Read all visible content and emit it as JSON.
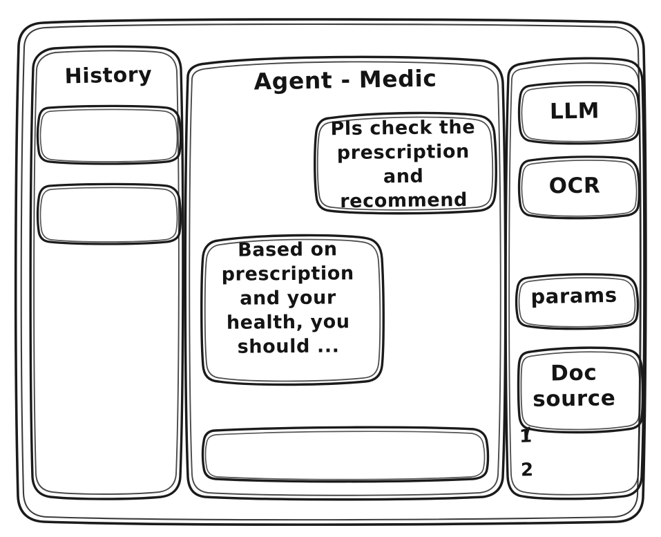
{
  "window": {
    "frame_name": "app-window",
    "stroke_color": "#1b1b1b",
    "background_color": "#ffffff"
  },
  "sidebar_left": {
    "title": "History",
    "items": [
      {
        "label": "",
        "name": "history-item-1"
      },
      {
        "label": "",
        "name": "history-item-2"
      }
    ]
  },
  "main": {
    "title": "Agent - Medic",
    "messages": [
      {
        "role": "user",
        "text": "Pls check the\nprescription\nand recommend"
      },
      {
        "role": "agent",
        "text": "Based on\nprescription\nand your\nhealth, you\nshould ..."
      }
    ],
    "composer": {
      "value": "",
      "placeholder": ""
    }
  },
  "sidebar_right": {
    "tools": [
      {
        "label": "LLM",
        "name": "tool-llm"
      },
      {
        "label": "OCR",
        "name": "tool-ocr"
      },
      {
        "label": "params",
        "name": "tool-params"
      },
      {
        "label": "Doc\nsource",
        "name": "tool-doc-source"
      }
    ],
    "doc_sources": [
      {
        "label": "1"
      },
      {
        "label": "2"
      }
    ]
  }
}
